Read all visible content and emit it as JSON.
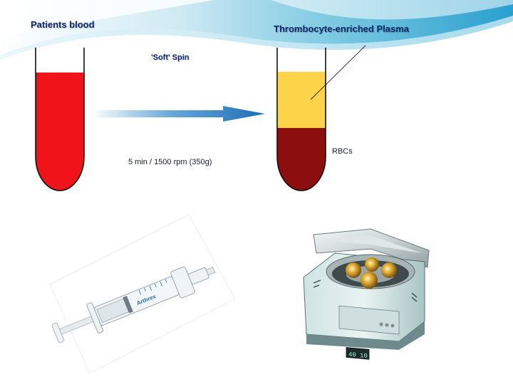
{
  "slide": {
    "patients_blood_label": "Patients blood",
    "plasma_label": "Thrombocyte-enriched Plasma",
    "spin_label": "'Soft' Spin",
    "speed_label": "5 min / 1500 rpm (350g)",
    "rbc_label": "RBCs"
  },
  "syringe": {
    "brand": "Arthrex"
  },
  "centrifuge": {
    "display": "40 10"
  },
  "colors": {
    "blood": "#f0131a",
    "plasma": "#fdd34a",
    "rbc": "#8d0e0f",
    "arrow": "#1a6fb8",
    "title": "#0f2a6b"
  }
}
